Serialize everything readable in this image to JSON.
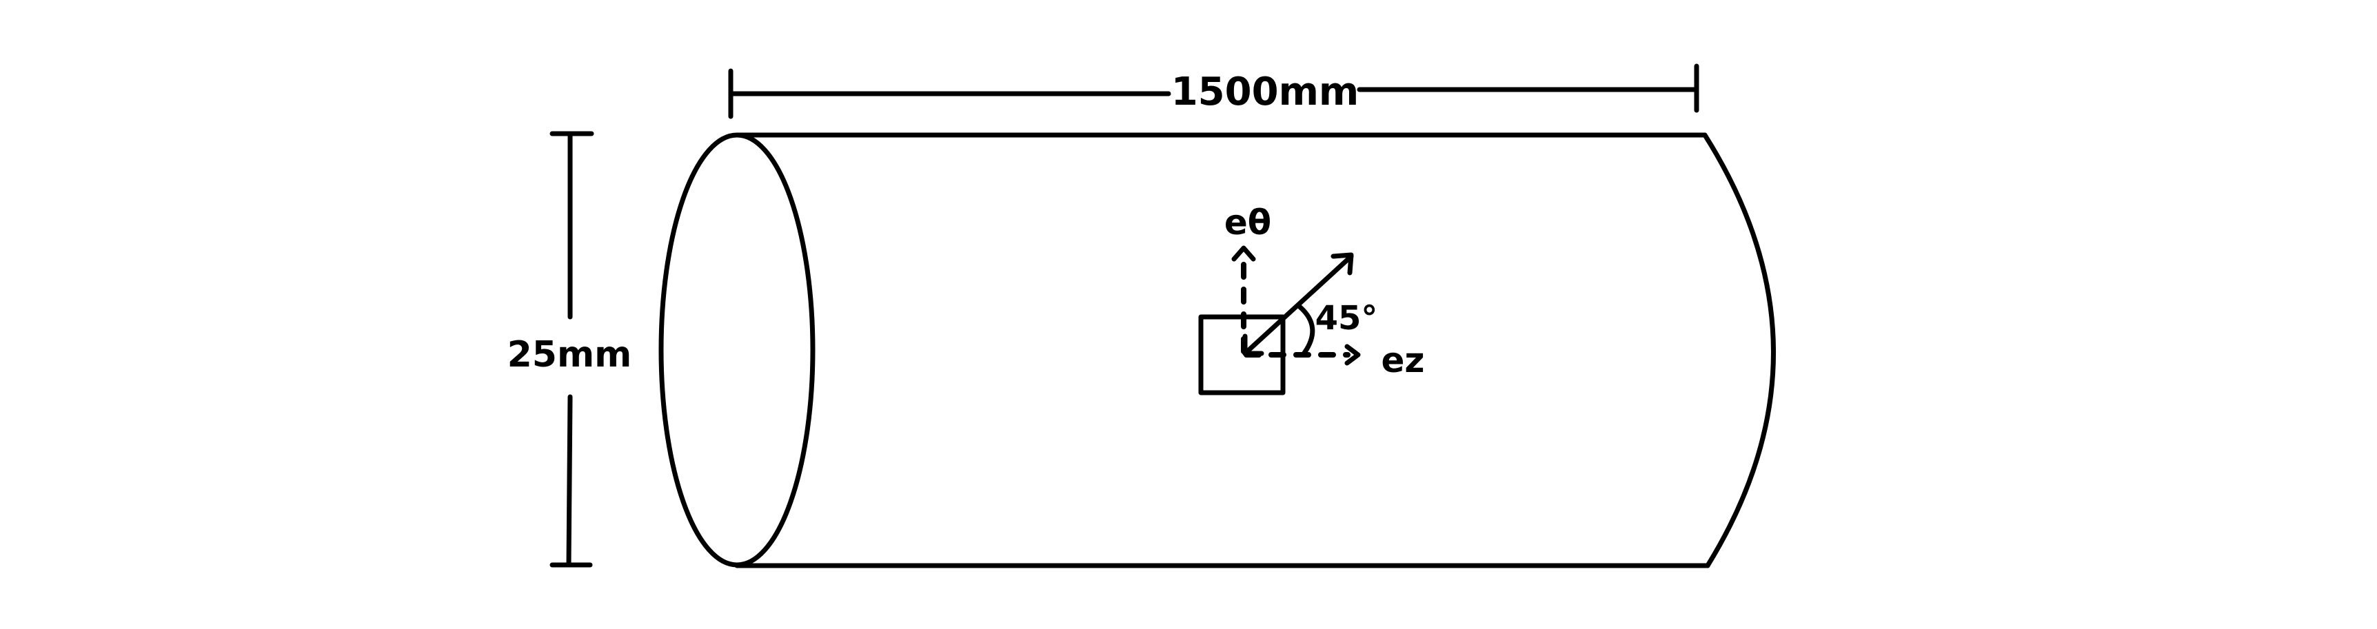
{
  "labels": {
    "length": "1500mm",
    "diameter": "25mm",
    "e_theta": "eθ",
    "e_z": "ez",
    "angle": "45°"
  },
  "colors": {
    "stroke": "#000000",
    "background": "#ffffff"
  }
}
